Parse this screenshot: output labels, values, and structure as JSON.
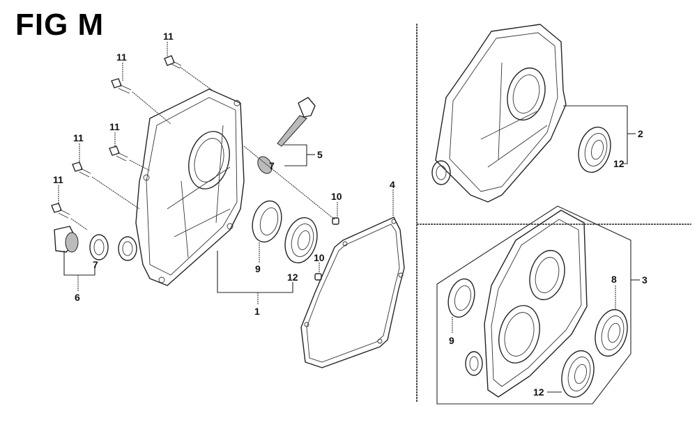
{
  "figure": {
    "title": "FIG M"
  },
  "callouts": {
    "bolt_top": "11",
    "bolt_upper_left": "11",
    "bolt_mid": "11",
    "bolt_left": "11",
    "bolt_lower_left": "11",
    "washer_7_left": "7",
    "plug_assembly_6": "6",
    "cover_assembly_1": "1",
    "oil_seal_9": "9",
    "bearing_12": "12",
    "dowel_10_upper": "10",
    "dowel_10_lower": "10",
    "gauge_assembly_5": "5",
    "washer_7_right": "7",
    "gasket_4": "4",
    "cover_assembly_2": "2",
    "bearing_12_variant2": "12",
    "cover_assembly_3": "3",
    "bearing_8_variant3": "8",
    "oil_seal_9_variant3": "9",
    "bearing_12_variant3": "12"
  }
}
